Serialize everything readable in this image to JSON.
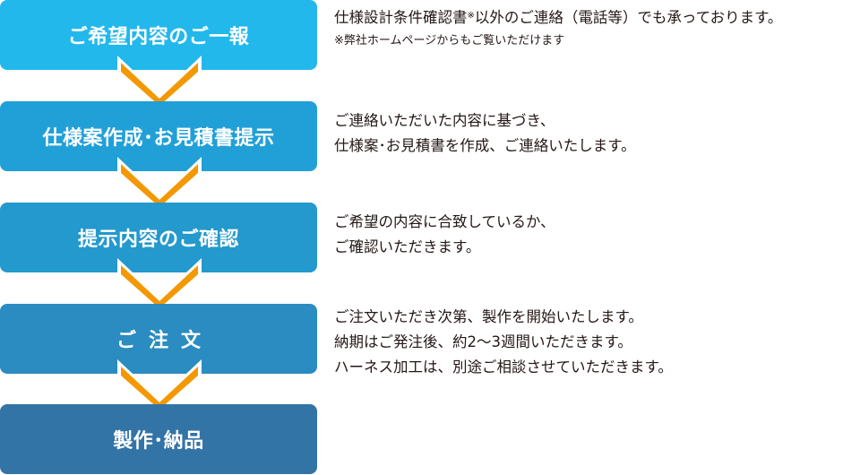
{
  "colors": {
    "step1": "#22b8ec",
    "step2": "#21a0d7",
    "step3": "#2399cd",
    "step4": "#2a8cc0",
    "step5": "#3374a6",
    "chevron": "#f39800",
    "chevron_outline": "#ffffff",
    "text": "#231815"
  },
  "steps": [
    {
      "label": "ご希望内容のご一報",
      "description": {
        "lines": [
          "仕様設計条件確認書",
          "以外のご連絡（電話等）でも承っております。"
        ],
        "mark": "※",
        "note": "※弊社ホームページからもご覧いただけます"
      }
    },
    {
      "label": "仕様案作成･お見積書提示",
      "description": {
        "lines": [
          "ご連絡いただいた内容に基づき、",
          "仕様案･お見積書を作成、ご連絡いたします。"
        ]
      }
    },
    {
      "label": "提示内容のご確認",
      "description": {
        "lines": [
          "ご希望の内容に合致しているか、",
          "ご確認いただきます。"
        ]
      }
    },
    {
      "label": "ご注文",
      "description": {
        "lines": [
          "ご注文いただき次第、製作を開始いたします。",
          "納期はご発注後、約2～3週間いただきます。",
          "ハーネス加工は、別途ご相談させていただきます。"
        ]
      }
    },
    {
      "label": "製作･納品"
    }
  ]
}
